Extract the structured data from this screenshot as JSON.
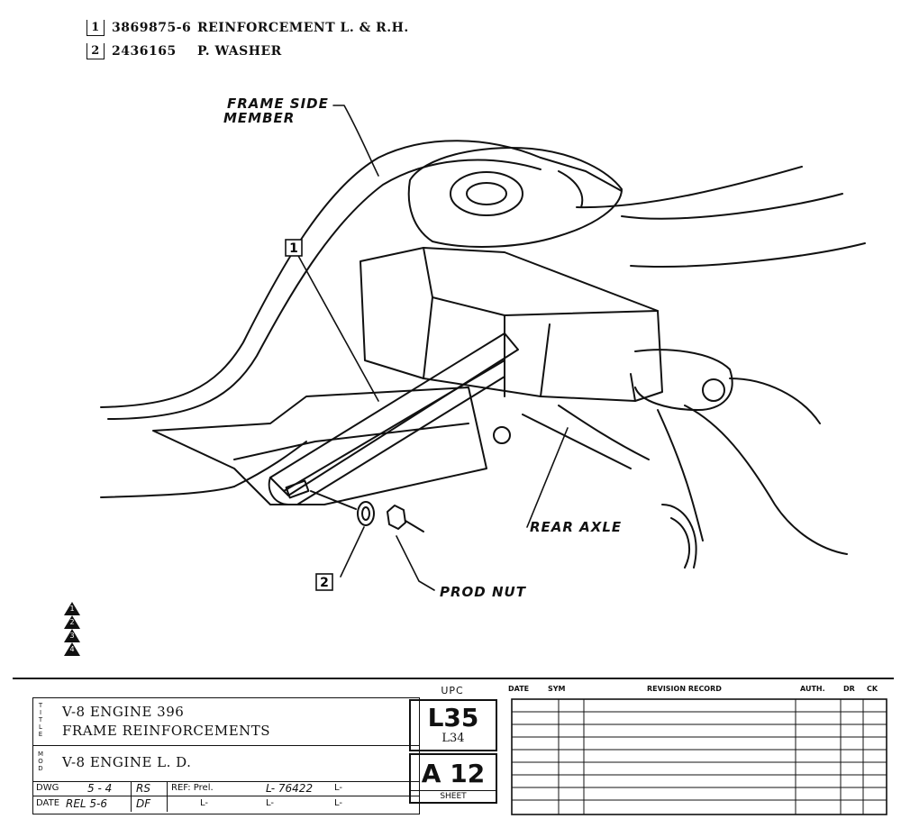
{
  "parts_list": [
    {
      "num": "1",
      "code": "3869875-6",
      "desc": "REINFORCEMENT L. & R.H."
    },
    {
      "num": "2",
      "code": "2436165",
      "desc": "P. WASHER"
    }
  ],
  "callouts": {
    "frame_side_line1": "FRAME SIDE",
    "frame_side_line2": "MEMBER",
    "rear_axle": "REAR AXLE",
    "prod_nut": "PROD NUT",
    "ref1": "1",
    "ref2": "2"
  },
  "revision_triangles": [
    "1",
    "2",
    "3",
    "4"
  ],
  "title_block": {
    "title_letters": [
      "T",
      "I",
      "T",
      "L",
      "E"
    ],
    "title_line1": "V-8 ENGINE 396",
    "title_line2": "FRAME REINFORCEMENTS",
    "model_letters": [
      "M",
      "O",
      "D"
    ],
    "model_line": "V-8 ENGINE L. D.",
    "dwg_label": "DWG",
    "dwg_value": "5 - 4",
    "dwg_initials": "RS",
    "date_label": "DATE",
    "date_value": "REL 5-6",
    "date_initials": "DF",
    "ref_label": "REF: Prel.",
    "ref_l1": "L- 76422",
    "ref_l2": "L-",
    "ref_l3": "L-",
    "ref_l4": "L-",
    "ref_l5": "L-",
    "upc_header": "UPC",
    "upc_code": "L35",
    "upc_sub": "L34",
    "sheet_code": "A 12",
    "sheet_label": "SHEET"
  },
  "revision_record": {
    "headers": [
      "DATE",
      "SYM",
      "REVISION RECORD",
      "AUTH.",
      "DR",
      "CK"
    ]
  }
}
